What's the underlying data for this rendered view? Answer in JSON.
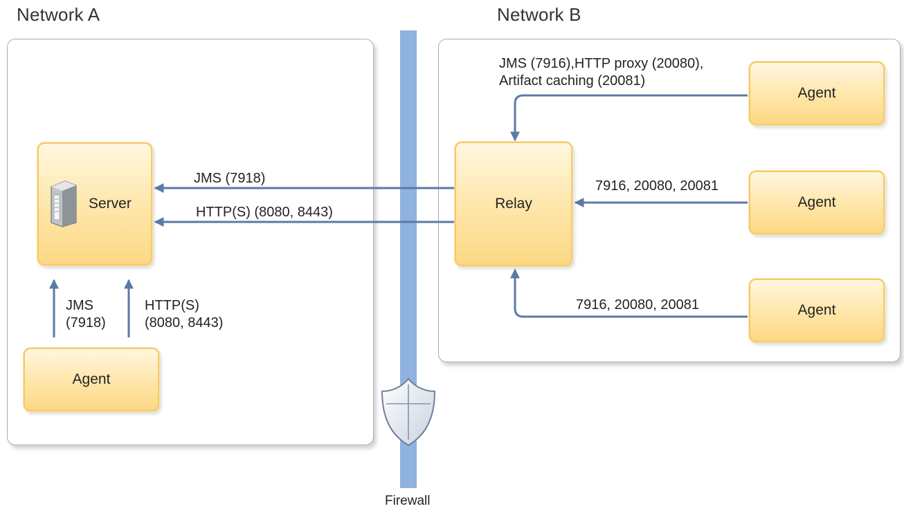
{
  "networks": {
    "a": {
      "title": "Network A"
    },
    "b": {
      "title": "Network B"
    }
  },
  "nodes": {
    "server": "Server",
    "agent_a": "Agent",
    "relay": "Relay",
    "agent_b1": "Agent",
    "agent_b2": "Agent",
    "agent_b3": "Agent"
  },
  "links": {
    "relay_server_jms": "JMS (7918)",
    "relay_server_http": "HTTP(S) (8080, 8443)",
    "agent_server_jms_l1": "JMS",
    "agent_server_jms_l2": "(7918)",
    "agent_server_http_l1": "HTTP(S)",
    "agent_server_http_l2": "(8080, 8443)",
    "agent1_relay_l1": "JMS (7916),HTTP proxy (20080),",
    "agent1_relay_l2": "Artifact caching (20081)",
    "agent2_relay": "7916, 20080, 20081",
    "agent3_relay": "7916, 20080, 20081"
  },
  "firewall": {
    "label": "Firewall"
  },
  "colors": {
    "arrow": "#5a7aa6",
    "firewall_bar": "#8fb2de",
    "node_border": "#f6c96a",
    "panel_border": "#a9aeb3"
  }
}
